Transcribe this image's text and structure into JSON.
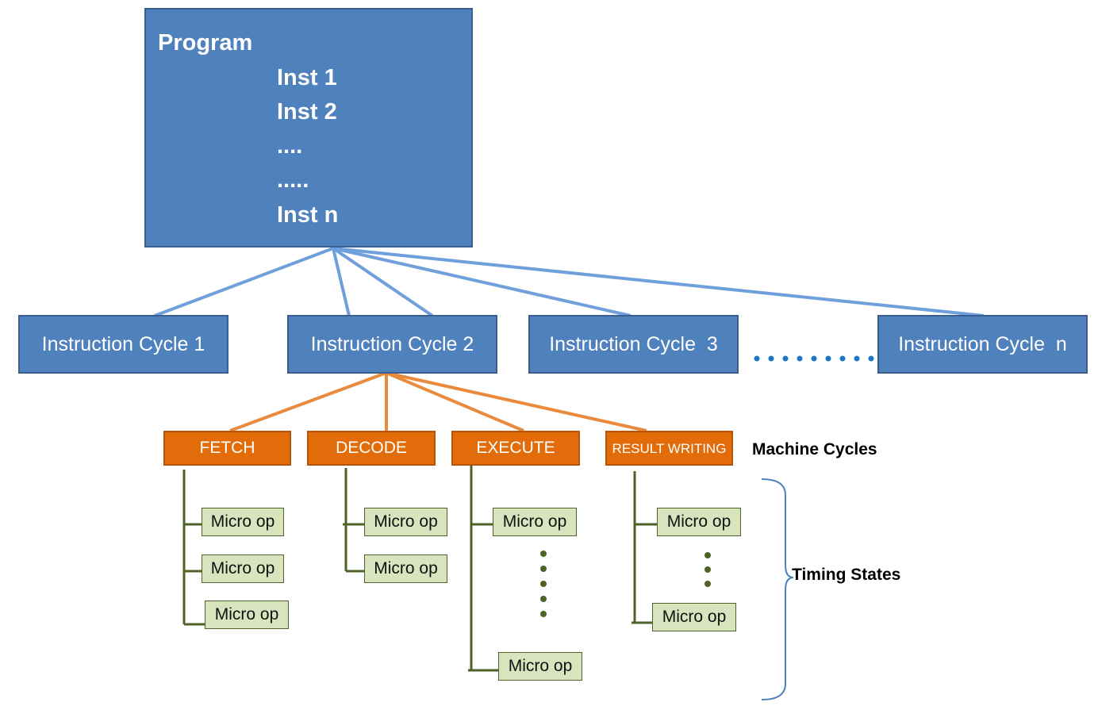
{
  "program": {
    "title": "Program",
    "instructions": [
      "Inst 1",
      "Inst 2",
      "....",
      ".....",
      "Inst n"
    ]
  },
  "instruction_cycles": [
    "Instruction Cycle 1",
    "Instruction Cycle 2",
    "Instruction Cycle  3",
    "Instruction Cycle  n"
  ],
  "machine_cycles": {
    "label": "Machine Cycles",
    "items": [
      "FETCH",
      "DECODE",
      "EXECUTE",
      "RESULT WRITING"
    ]
  },
  "micro_op_label": "Micro op",
  "timing_states_label": "Timing States",
  "colors": {
    "program_fill": "#4f81bd",
    "connector_blue": "#6fa0dc",
    "machine_cycle_fill": "#e36c0a",
    "micro_op_fill": "#d7e4bd",
    "micro_op_line": "#4f6228",
    "ellipsis_blue": "#1f74c8"
  }
}
